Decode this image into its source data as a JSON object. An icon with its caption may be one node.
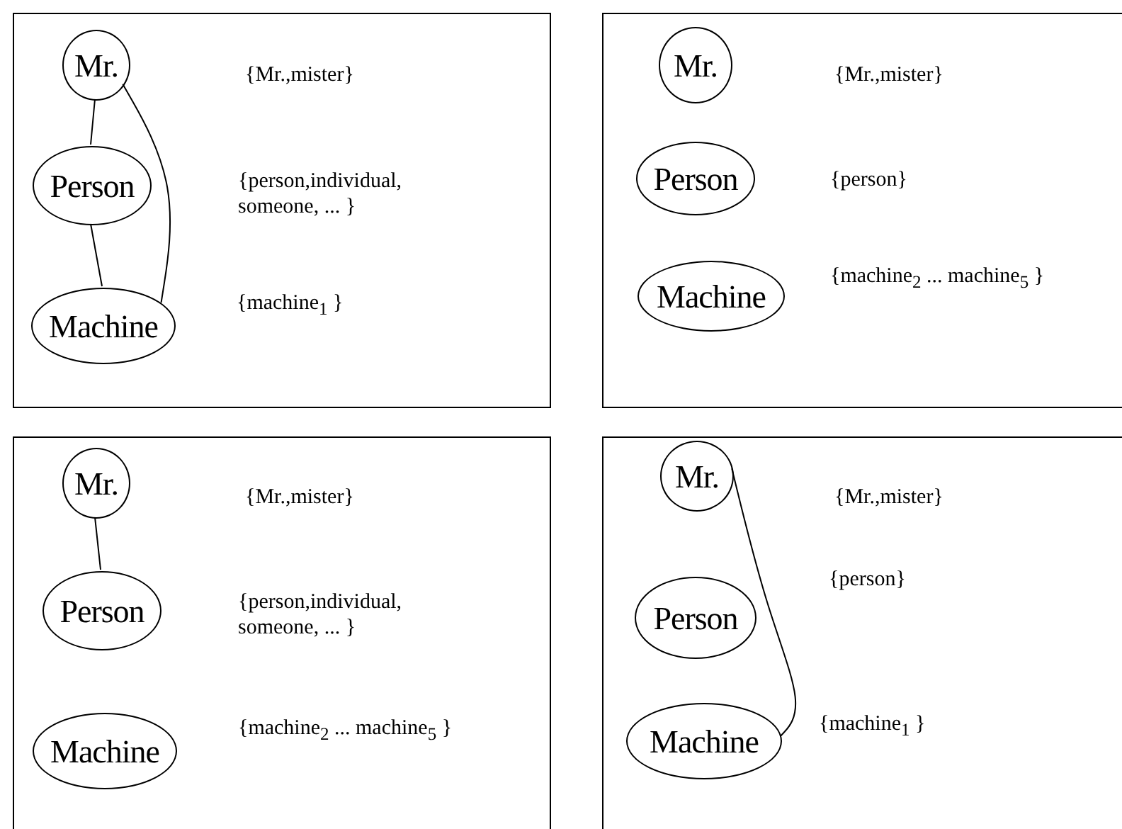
{
  "diagram": {
    "nodes": [
      {
        "text": [],
        "shape": "box"
      },
      {
        "text": [
          "Mr."
        ],
        "in": 0
      },
      {
        "text": [
          "Person"
        ],
        "in": 0
      },
      {
        "text": [
          "Machine"
        ],
        "in": 0
      },
      {
        "text": [],
        "shape": "box"
      },
      {
        "text": [
          "Mr."
        ],
        "in": 4
      },
      {
        "text": [
          "Person"
        ],
        "in": 4
      },
      {
        "text": [
          "Machine"
        ],
        "in": 4
      },
      {
        "text": [],
        "shape": "box"
      },
      {
        "text": [
          "Mr."
        ],
        "in": 8
      },
      {
        "text": [
          "Person"
        ],
        "in": 8
      },
      {
        "text": [
          "Machine"
        ],
        "in": 8
      },
      {
        "text": [],
        "shape": "box"
      },
      {
        "text": [
          "Mr."
        ],
        "in": 12
      },
      {
        "text": [
          "Person"
        ],
        "in": 12
      },
      {
        "text": [
          "Machine"
        ],
        "in": 12
      }
    ],
    "edges": [
      {
        "from": 1,
        "to": 2,
        "arrow": "none"
      },
      {
        "from": 2,
        "to": 3,
        "arrow": "none"
      },
      {
        "from": 1,
        "to": 3,
        "arrow": "none"
      },
      {
        "from": 9,
        "to": 10,
        "arrow": "none"
      },
      {
        "from": 13,
        "to": 15,
        "arrow": "none"
      }
    ],
    "labels": [
      "{Mr.,mister}",
      "{person,individual, someone, ... }",
      "{machine$_{1}$ }",
      "{Mr.,mister}",
      "{person}",
      "{machine$_{2}$ ... machine$_{5}$ }",
      "{Mr.,mister}",
      "{person,individual, someone, ... }",
      "{machine$_{2}$ ... machine$_{5}$ }",
      "{Mr.,mister}",
      "{person}",
      "{machine$_{1}$ }"
    ]
  }
}
